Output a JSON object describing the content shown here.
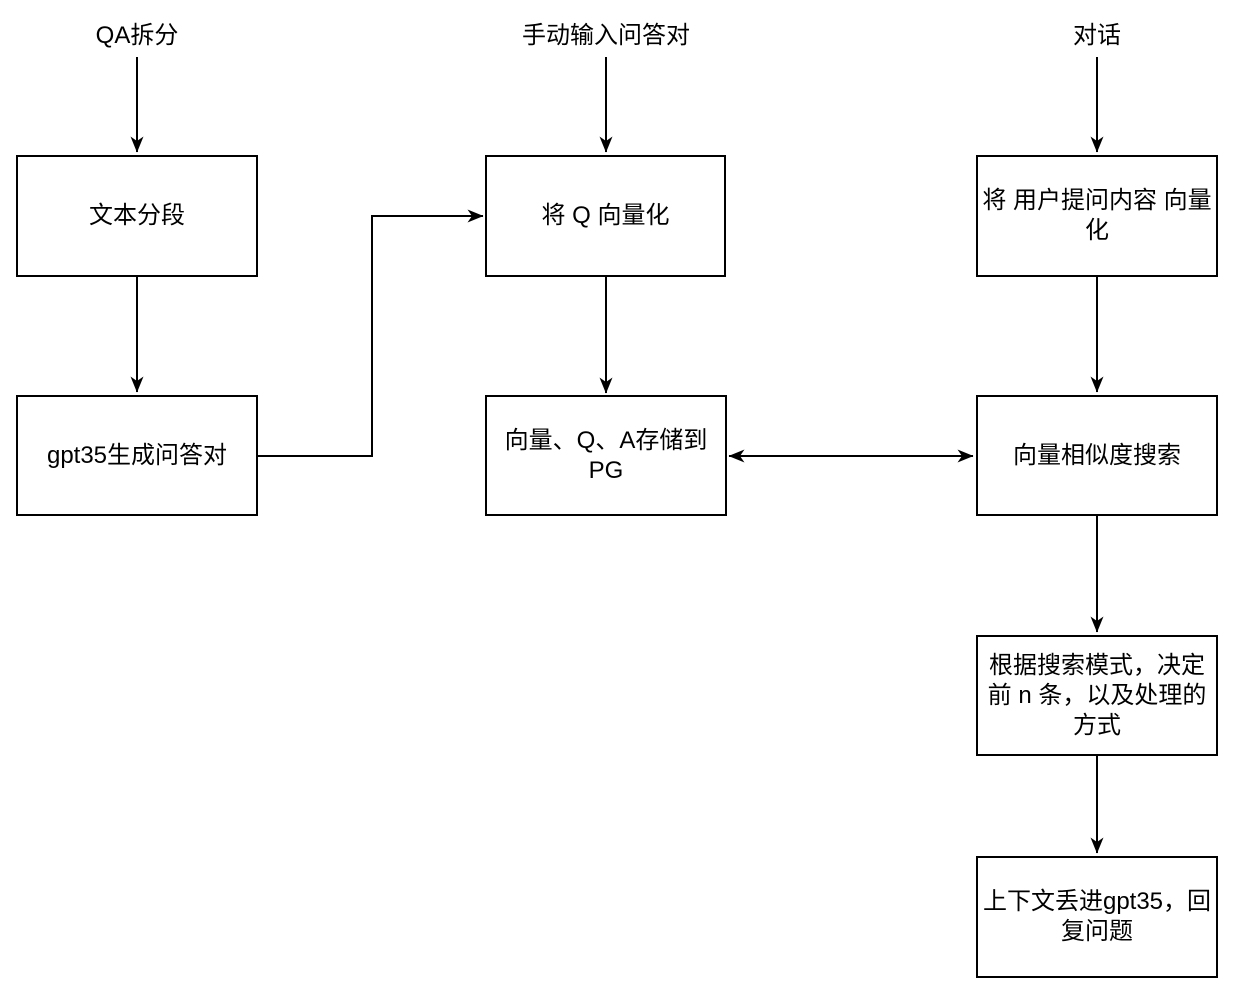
{
  "diagram": {
    "colors": {
      "background": "#ffffff",
      "stroke": "#000000",
      "node_fill": "#ffffff",
      "text": "#000000"
    },
    "entry_points": [
      {
        "label": "QA拆分"
      },
      {
        "label": "手动输入问答对"
      },
      {
        "label": "对话"
      }
    ],
    "nodes": [
      {
        "label": "文本分段"
      },
      {
        "label": "gpt35生成问答对"
      },
      {
        "label": "将 Q 向量化"
      },
      {
        "label": "向量、Q、A存储到\nPG"
      },
      {
        "label": "将 用户提问内容 向量\n化"
      },
      {
        "label": "向量相似度搜索"
      },
      {
        "label": "根据搜索模式，决定\n前 n 条，以及处理的\n方式"
      },
      {
        "label": "上下文丢进gpt35，回\n复问题"
      }
    ],
    "edges": [
      {
        "from": "QA拆分",
        "to": "文本分段",
        "type": "arrow"
      },
      {
        "from": "文本分段",
        "to": "gpt35生成问答对",
        "type": "arrow"
      },
      {
        "from": "gpt35生成问答对",
        "to": "将 Q 向量化",
        "type": "elbow-arrow"
      },
      {
        "from": "手动输入问答对",
        "to": "将 Q 向量化",
        "type": "arrow"
      },
      {
        "from": "将 Q 向量化",
        "to": "向量、Q、A存储到PG",
        "type": "arrow"
      },
      {
        "from": "对话",
        "to": "将 用户提问内容 向量化",
        "type": "arrow"
      },
      {
        "from": "将 用户提问内容 向量化",
        "to": "向量相似度搜索",
        "type": "arrow"
      },
      {
        "from": "向量、Q、A存储到PG",
        "to": "向量相似度搜索",
        "type": "double-arrow"
      },
      {
        "from": "向量相似度搜索",
        "to": "根据搜索模式，决定前 n 条，以及处理的方式",
        "type": "arrow"
      },
      {
        "from": "根据搜索模式，决定前 n 条，以及处理的方式",
        "to": "上下文丢进gpt35，回复问题",
        "type": "arrow"
      }
    ]
  }
}
